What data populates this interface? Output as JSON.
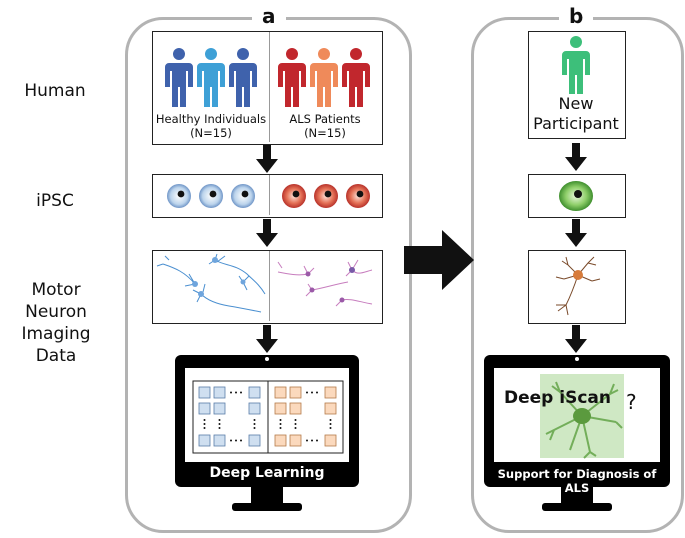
{
  "row_labels": {
    "human": "Human",
    "ipsc": "iPSC",
    "motor_neuron_line1": "Motor Neuron",
    "motor_neuron_line2": "Imaging Data"
  },
  "panel_a": {
    "letter": "a",
    "healthy_label": "Healthy Individuals",
    "healthy_count": "(N=15)",
    "als_label": "ALS Patients",
    "als_count": "(N=15)",
    "monitor_caption": "Deep Learning"
  },
  "panel_b": {
    "letter": "b",
    "participant_line1": "New",
    "participant_line2": "Participant",
    "tool_name": "Deep iScan",
    "question_mark": "?",
    "monitor_caption": "Support for Diagnosis of ALS"
  },
  "colors": {
    "healthy_dark": "#3f62ac",
    "healthy_light": "#3ea0d6",
    "als_dark": "#c1272d",
    "als_light": "#ef8a5a",
    "new_participant": "#3dbf7a",
    "panel_border": "#b3b3b3",
    "grid_blue": "#cfdff0",
    "grid_orange": "#fbd9bd"
  }
}
